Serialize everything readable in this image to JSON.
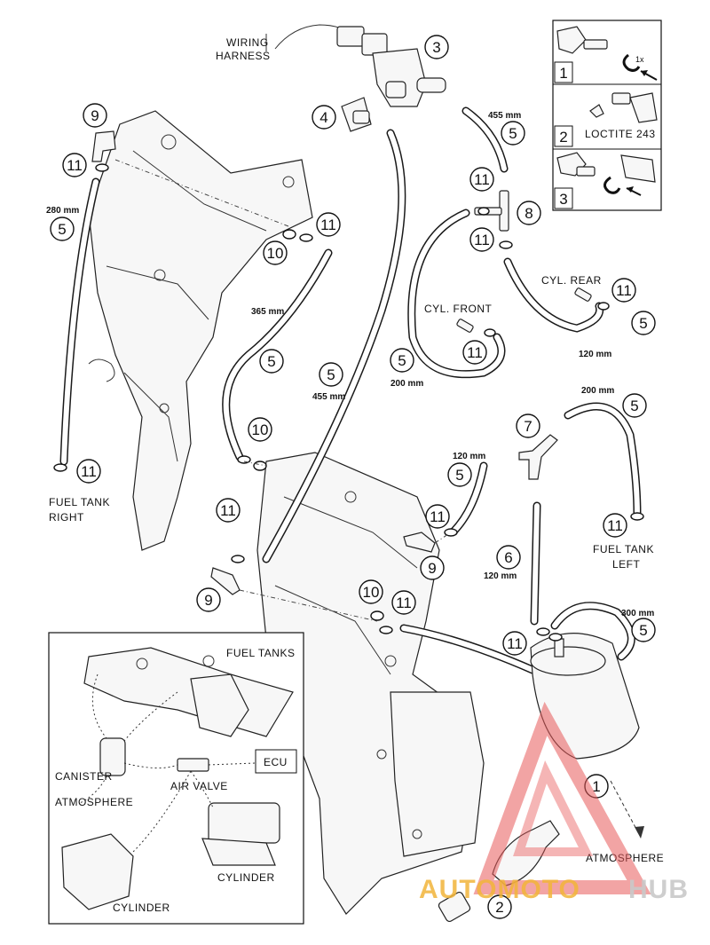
{
  "labels": {
    "wiring_harness": [
      "WIRING",
      "HARNESS"
    ],
    "fuel_tank_right": [
      "FUEL TANK",
      "RIGHT"
    ],
    "fuel_tank_left": [
      "FUEL TANK",
      "LEFT"
    ],
    "cyl_front": "CYL. FRONT",
    "cyl_rear": "CYL. REAR",
    "atmosphere": "ATMOSPHERE",
    "loctite": "LOCTITE 243",
    "one_x": "1x"
  },
  "dimensions": {
    "d455_top": "455 mm",
    "d280": "280 mm",
    "d365": "365 mm",
    "d455_mid": "455 mm",
    "d200_front": "200 mm",
    "d120_rear": "120 mm",
    "d200_right": "200 mm",
    "d120_mid": "120 mm",
    "d120_six": "120 mm",
    "d300": "300 mm"
  },
  "callouts": {
    "c1": "1",
    "c2": "2",
    "c3": "3",
    "c4": "4",
    "c5": "5",
    "c6": "6",
    "c7": "7",
    "c8": "8",
    "c9": "9",
    "c10": "10",
    "c11": "11"
  },
  "steps_box": {
    "steps": [
      "1",
      "2",
      "3"
    ]
  },
  "inset": {
    "fuel_tanks": "FUEL TANKS",
    "canister": "CANISTER",
    "atmosphere": "ATMOSPHERE",
    "air_valve": "AIR VALVE",
    "ecu": "ECU",
    "cylinder_a": "CYLINDER",
    "cylinder_b": "CYLINDER"
  },
  "watermark": {
    "brand_a": "AUTOMOTO",
    "brand_b": "HUB",
    "color_a": "#f2b53a",
    "color_b": "#c9c9c9",
    "logo_color": "#e85a5a"
  }
}
